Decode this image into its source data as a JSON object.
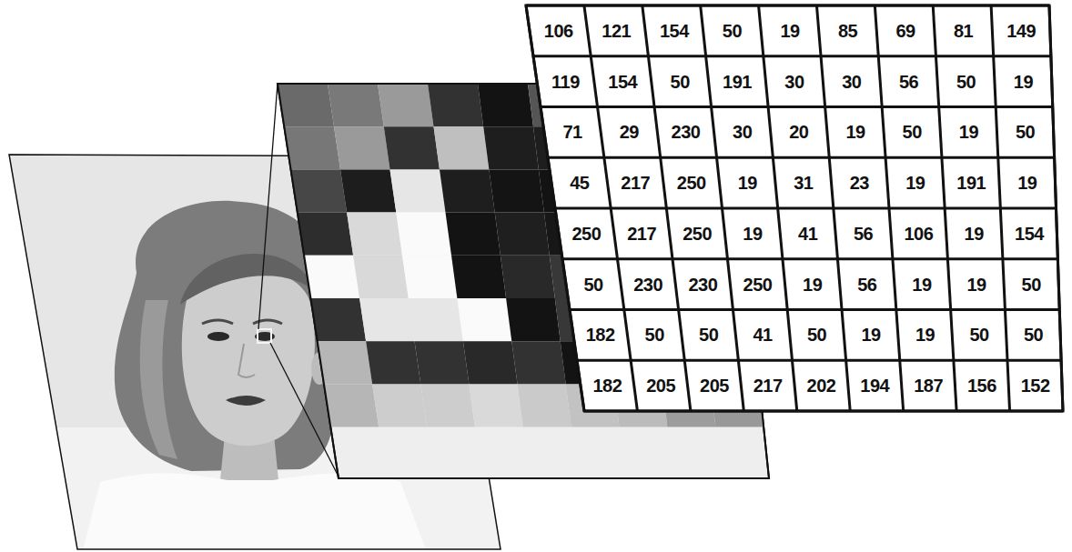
{
  "diagram": {
    "labels": [
      "106",
      "121",
      "154",
      "50",
      "19",
      "85",
      "69",
      "81",
      "149",
      "119",
      "154",
      "50",
      "191",
      "30",
      "30",
      "56",
      "50",
      "19",
      "71",
      "29",
      "230",
      "30",
      "20",
      "19",
      "50",
      "19",
      "50",
      "45",
      "217",
      "250",
      "19",
      "31",
      "23",
      "19",
      "191",
      "19",
      "250",
      "217",
      "250",
      "19",
      "41",
      "56",
      "106",
      "19",
      "154",
      "50",
      "230",
      "230",
      "250",
      "19",
      "56",
      "19",
      "19",
      "50",
      "182",
      "50",
      "50",
      "41",
      "50",
      "19",
      "19",
      "50",
      "50",
      "182",
      "205",
      "205",
      "217",
      "202",
      "194",
      "187",
      "156",
      "152"
    ]
  }
}
